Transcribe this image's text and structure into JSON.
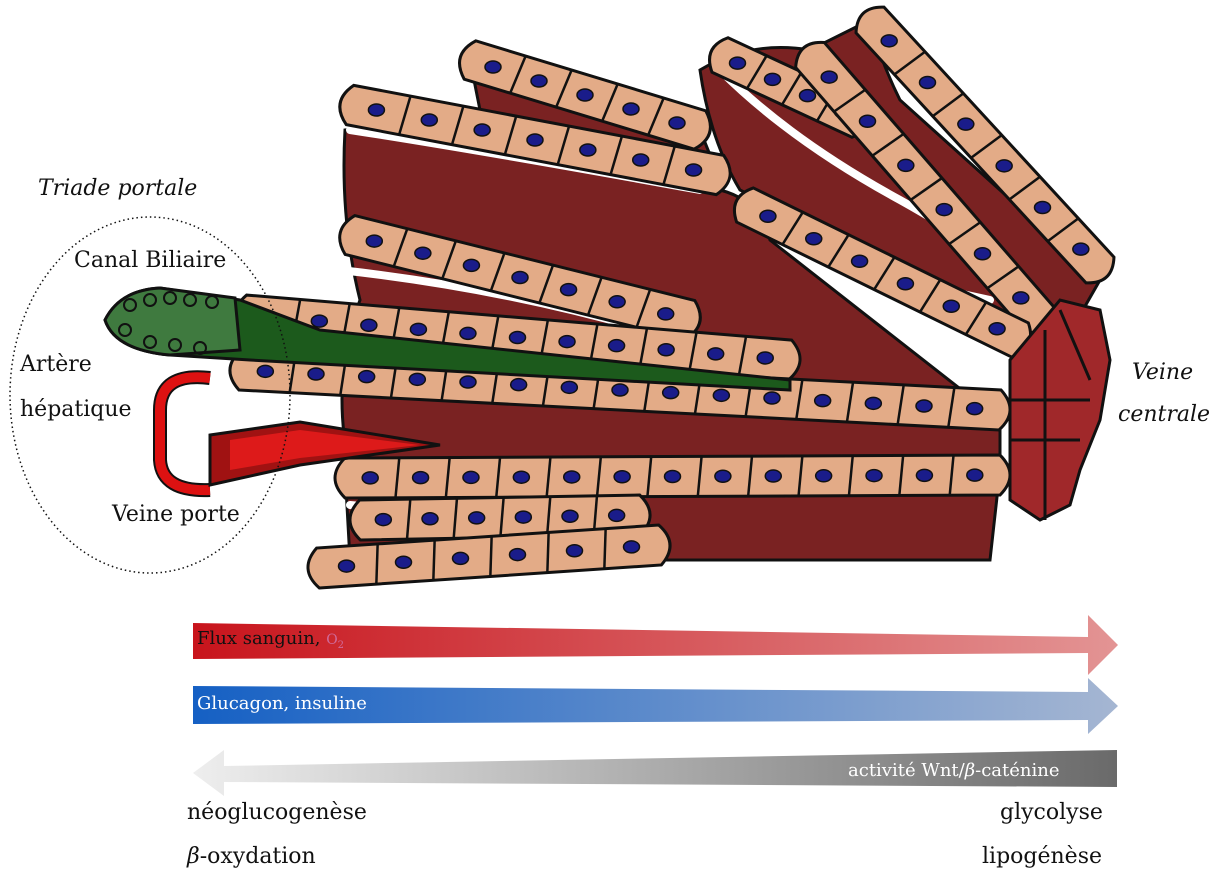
{
  "labels": {
    "triad": "Triade portale",
    "bile_duct": "Canal Biliaire",
    "artery_1": "Artère",
    "artery_2": "hépatique",
    "portal_vein": "Veine porte",
    "central_vein_1": "Veine",
    "central_vein_2": "centrale"
  },
  "gradients": {
    "blood": {
      "text": "Flux sanguin, ",
      "o2": "O",
      "o2_sub": "2",
      "color_from": "#c8141c",
      "color_to": "#e39494"
    },
    "hormones": {
      "text": "Glucagon, insuline",
      "color_from": "#1560c4",
      "color_to": "#a5b6d2"
    },
    "wnt": {
      "text": "activité Wnt/",
      "beta": "β",
      "text2": "-caténine",
      "color_from": "#ececec",
      "color_to": "#6e6e6e"
    }
  },
  "bottom": {
    "left_1": "néoglucogenèse",
    "left_2_beta": "β",
    "left_2": "-oxydation",
    "right_1": "glycolyse",
    "right_2": "lipogénèse"
  },
  "colors": {
    "hepatocyte": "#e3ab87",
    "nucleus": "#1a1c8a",
    "sinusoid": "#7a2222",
    "central_vein": "#a0282a",
    "bile_duct": "#1c5a1c",
    "artery": "#dd1111"
  }
}
